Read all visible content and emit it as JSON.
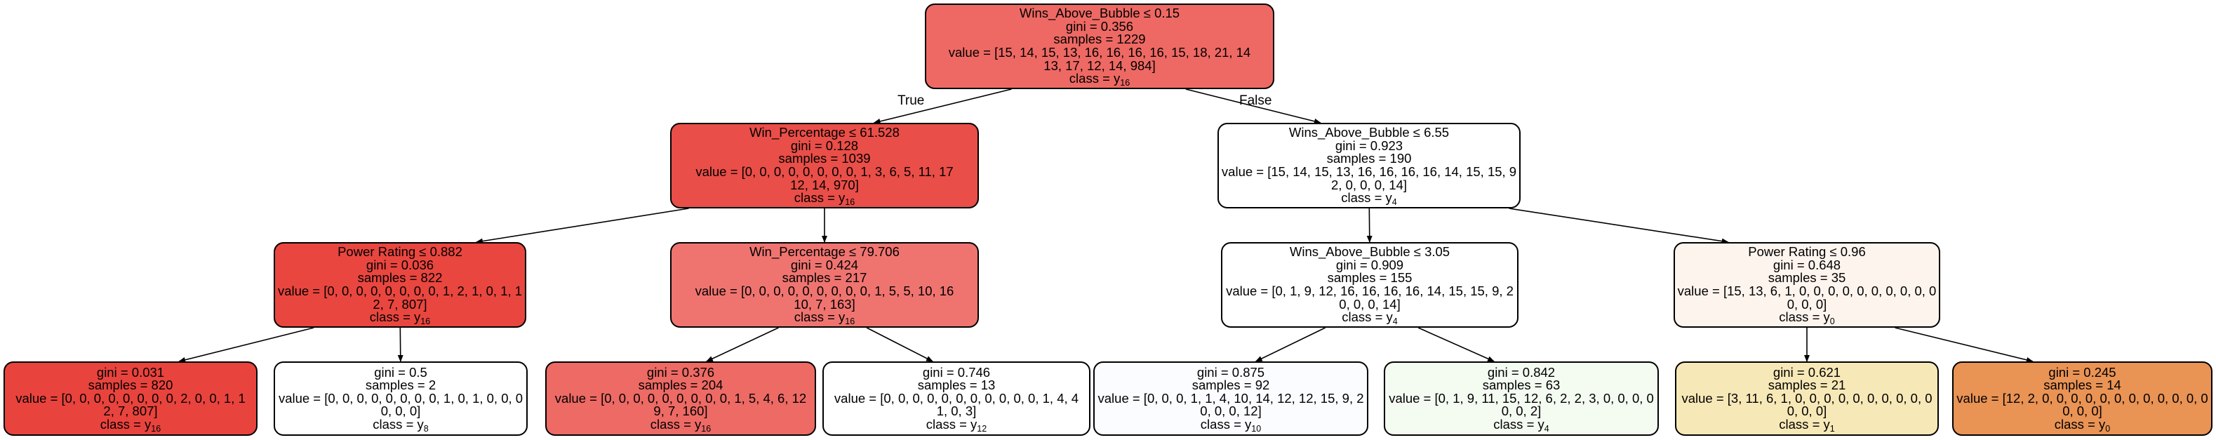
{
  "edges": {
    "true_label": "True",
    "false_label": "False"
  },
  "nodes": [
    {
      "id": "n0",
      "color": "#ee6964",
      "split": "Wins_Above_Bubble ≤ 0.15",
      "gini": "gini = 0.356",
      "samples": "samples = 1229",
      "value": [
        "value = [15, 14, 15, 13, 16, 16, 16, 16, 15, 18, 21, 14",
        "13, 17, 12, 14, 984]"
      ],
      "class_prefix": "class = y",
      "class_index": "16"
    },
    {
      "id": "n1",
      "color": "#ea4e48",
      "split": "Win_Percentage ≤ 61.528",
      "gini": "gini = 0.128",
      "samples": "samples = 1039",
      "value": [
        "value = [0, 0, 0, 0, 0, 0, 0, 0, 1, 3, 6, 5, 11, 17",
        "12, 14, 970]"
      ],
      "class_prefix": "class = y",
      "class_index": "16"
    },
    {
      "id": "n2",
      "color": "#ffffff",
      "split": "Wins_Above_Bubble ≤ 6.55",
      "gini": "gini = 0.923",
      "samples": "samples = 190",
      "value": [
        "value = [15, 14, 15, 13, 16, 16, 16, 16, 14, 15, 15, 9",
        "2, 0, 0, 0, 14]"
      ],
      "class_prefix": "class = y",
      "class_index": "4"
    },
    {
      "id": "n3",
      "color": "#e9463f",
      "split": "Power Rating ≤ 0.882",
      "gini": "gini = 0.036",
      "samples": "samples = 822",
      "value": [
        "value = [0, 0, 0, 0, 0, 0, 0, 0, 1, 2, 1, 0, 1, 1",
        "2, 7, 807]"
      ],
      "class_prefix": "class = y",
      "class_index": "16"
    },
    {
      "id": "n4",
      "color": "#ef7470",
      "split": "Win_Percentage ≤ 79.706",
      "gini": "gini = 0.424",
      "samples": "samples = 217",
      "value": [
        "value = [0, 0, 0, 0, 0, 0, 0, 0, 0, 1, 5, 5, 10, 16",
        "10, 7, 163]"
      ],
      "class_prefix": "class = y",
      "class_index": "16"
    },
    {
      "id": "n5",
      "color": "#ffffff",
      "split": "Wins_Above_Bubble ≤ 3.05",
      "gini": "gini = 0.909",
      "samples": "samples = 155",
      "value": [
        "value = [0, 1, 9, 12, 16, 16, 16, 16, 14, 15, 15, 9, 2",
        "0, 0, 0, 14]"
      ],
      "class_prefix": "class = y",
      "class_index": "4"
    },
    {
      "id": "n6",
      "color": "#fef4ee",
      "split": "Power Rating ≤ 0.96",
      "gini": "gini = 0.648",
      "samples": "samples = 35",
      "value": [
        "value = [15, 13, 6, 1, 0, 0, 0, 0, 0, 0, 0, 0, 0, 0",
        "0, 0, 0]"
      ],
      "class_prefix": "class = y",
      "class_index": "0"
    },
    {
      "id": "n7",
      "color": "#e9433d",
      "split": "",
      "gini": "gini = 0.031",
      "samples": "samples = 820",
      "value": [
        "value = [0, 0, 0, 0, 0, 0, 0, 0, 2, 0, 0, 1, 1",
        "2, 7, 807]"
      ],
      "class_prefix": "class = y",
      "class_index": "16"
    },
    {
      "id": "n8",
      "color": "#ffffff",
      "split": "",
      "gini": "gini = 0.5",
      "samples": "samples = 2",
      "value": [
        "value = [0, 0, 0, 0, 0, 0, 0, 0, 1, 0, 1, 0, 0, 0",
        "0, 0, 0]"
      ],
      "class_prefix": "class = y",
      "class_index": "8"
    },
    {
      "id": "n9",
      "color": "#ed6a65",
      "split": "",
      "gini": "gini = 0.376",
      "samples": "samples = 204",
      "value": [
        "value = [0, 0, 0, 0, 0, 0, 0, 0, 0, 1, 5, 4, 6, 12",
        "9, 7, 160]"
      ],
      "class_prefix": "class = y",
      "class_index": "16"
    },
    {
      "id": "n10",
      "color": "#ffffff",
      "split": "",
      "gini": "gini = 0.746",
      "samples": "samples = 13",
      "value": [
        "value = [0, 0, 0, 0, 0, 0, 0, 0, 0, 0, 0, 1, 4, 4",
        "1, 0, 3]"
      ],
      "class_prefix": "class = y",
      "class_index": "12"
    },
    {
      "id": "n11",
      "color": "#fbfcff",
      "split": "",
      "gini": "gini = 0.875",
      "samples": "samples = 92",
      "value": [
        "value = [0, 0, 0, 1, 1, 4, 10, 14, 12, 12, 15, 9, 2",
        "0, 0, 0, 12]"
      ],
      "class_prefix": "class = y",
      "class_index": "10"
    },
    {
      "id": "n12",
      "color": "#f4fbf1",
      "split": "",
      "gini": "gini = 0.842",
      "samples": "samples = 63",
      "value": [
        "value = [0, 1, 9, 11, 15, 12, 6, 2, 2, 3, 0, 0, 0, 0",
        "0, 0, 2]"
      ],
      "class_prefix": "class = y",
      "class_index": "4"
    },
    {
      "id": "n13",
      "color": "#f7e8b7",
      "split": "",
      "gini": "gini = 0.621",
      "samples": "samples = 21",
      "value": [
        "value = [3, 11, 6, 1, 0, 0, 0, 0, 0, 0, 0, 0, 0, 0",
        "0, 0, 0]"
      ],
      "class_prefix": "class = y",
      "class_index": "1"
    },
    {
      "id": "n14",
      "color": "#e99355",
      "split": "",
      "gini": "gini = 0.245",
      "samples": "samples = 14",
      "value": [
        "value = [12, 2, 0, 0, 0, 0, 0, 0, 0, 0, 0, 0, 0, 0",
        "0, 0, 0]"
      ],
      "class_prefix": "class = y",
      "class_index": "0"
    }
  ]
}
